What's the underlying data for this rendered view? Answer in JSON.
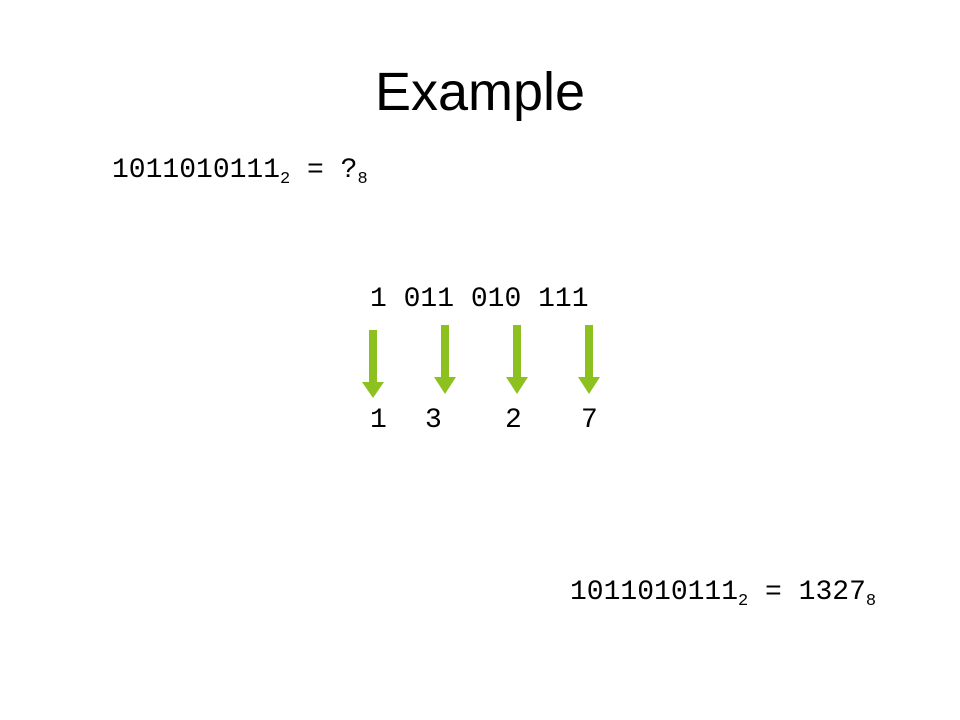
{
  "title": "Example",
  "question": {
    "binary": "1011010111",
    "binary_base": "2",
    "equals": " = ",
    "unknown": "?",
    "target_base": "8"
  },
  "groups": [
    "1",
    "011",
    "010",
    "111"
  ],
  "octal_digits": [
    "1",
    "3",
    "2",
    "7"
  ],
  "answer": {
    "binary": "1011010111",
    "binary_base": "2",
    "equals": " = ",
    "result": "1327",
    "result_base": "8"
  },
  "colors": {
    "arrow": "#8cc11f",
    "text": "#000000",
    "background": "#ffffff"
  },
  "icons": [
    "arrow-down-icon",
    "arrow-down-icon",
    "arrow-down-icon",
    "arrow-down-icon"
  ]
}
